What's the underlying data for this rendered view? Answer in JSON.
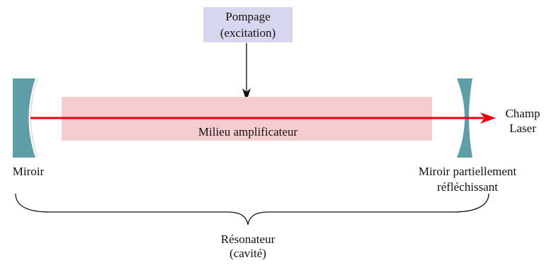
{
  "diagram": {
    "pump_label_line1": "Pompage",
    "pump_label_line2": "(excitation)",
    "medium_label": "Milieu amplificateur",
    "left_mirror_label": "Miroir",
    "right_mirror_label_line1": "Miroir partiellement",
    "right_mirror_label_line2": "réfléchissant",
    "output_label_line1": "Champ",
    "output_label_line2": "Laser",
    "resonator_label_line1": "Résonateur",
    "resonator_label_line2": "(cavité)"
  },
  "colors": {
    "pump_box_fill": "#d6d6ee",
    "medium_fill": "#f5cdd0",
    "mirror_fill": "#5e9ea6",
    "beam": "#e8000b",
    "line": "#111111"
  }
}
